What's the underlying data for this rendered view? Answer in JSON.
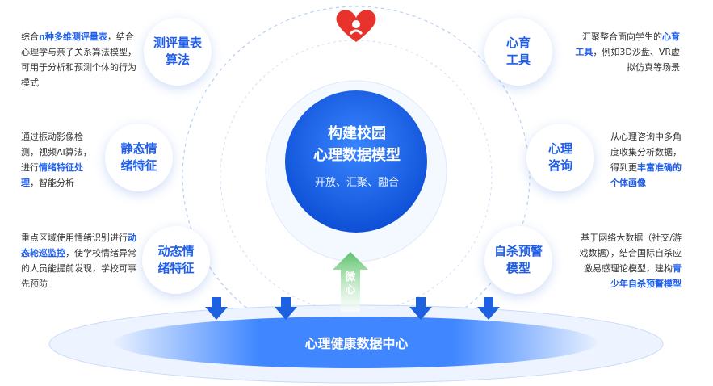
{
  "core": {
    "title_line1": "构建校园",
    "title_line2": "心理数据模型",
    "subtitle": "开放、汇聚、融合"
  },
  "base_label": "心理健康数据中心",
  "up_arrow_label": "微心",
  "left_nodes": [
    {
      "label_line1": "测评量表",
      "label_line2": "算法",
      "desc": [
        [
          "综合"
        ],
        [
          "n种多维测评量表",
          "b"
        ],
        [
          "，结合心理学与亲子关系算法模型，可用于分析和预测个体的行为模式"
        ]
      ]
    },
    {
      "label_line1": "静态情",
      "label_line2": "绪特征",
      "desc": [
        [
          "通过振动影像检测，视频AI算法，进行"
        ],
        [
          "情绪特征处理",
          "b"
        ],
        [
          "，智能分析"
        ]
      ]
    },
    {
      "label_line1": "动态情",
      "label_line2": "绪特征",
      "desc": [
        [
          "重点区域使用情绪识别进行"
        ],
        [
          "动态轮巡监控",
          "b"
        ],
        [
          "，使学校情绪异常的人员能提前发现，学校可事先预防"
        ]
      ]
    }
  ],
  "right_nodes": [
    {
      "label_line1": "心育",
      "label_line2": "工具",
      "desc": [
        [
          "汇聚整合面向学生的"
        ],
        [
          "心育工具",
          "b"
        ],
        [
          "，例如3D沙盘、VR虚拟仿真等场景"
        ]
      ]
    },
    {
      "label_line1": "心理",
      "label_line2": "咨询",
      "desc": [
        [
          "从心理咨询中多角度收集分析数据，得到更"
        ],
        [
          "丰富准确的个体画像",
          "b"
        ]
      ]
    },
    {
      "label_line1": "自杀预警",
      "label_line2": "模型",
      "desc": [
        [
          "基于网络大数据（社交/游戏数据），结合国际自杀应激易感理论模型，建构"
        ],
        [
          "青少年自杀预警模型",
          "b"
        ]
      ]
    }
  ],
  "colors": {
    "primary": "#1e5ee8",
    "accent_green": "#5cc36a",
    "logo_red": "#e8332d"
  },
  "icons": {
    "logo": "heart-logo-icon",
    "down_arrow": "arrow-down-icon",
    "up_arrow": "arrow-up-icon"
  }
}
